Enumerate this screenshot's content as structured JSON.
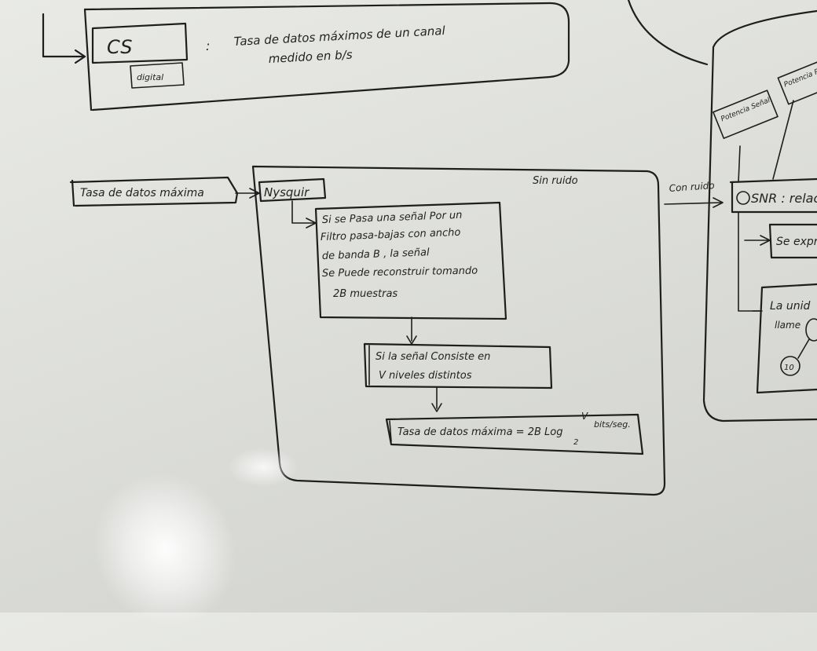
{
  "top_box": {
    "symbol": "CS",
    "sub_label": "digital",
    "separator": ":",
    "definition_line1": "Tasa de datos máximos de un canal",
    "definition_line2": "medido en b/s"
  },
  "left_label": "Tasa de datos máxima",
  "main_box": {
    "corner_note": "Sin ruido",
    "title": "Nysquir",
    "step1_line1": "Si se Pasa una señal Por un",
    "step1_line2": "Filtro pasa-bajas con ancho",
    "step1_line3": "de banda B , la señal",
    "step1_line4": "Se Puede reconstruir tomando",
    "step1_line5": "2B muestras",
    "step2_line1": "Si la señal Consiste en",
    "step2_line2": "V niveles distintos",
    "formula": "Tasa de datos máxima = 2B Log",
    "formula_sub": "2",
    "formula_var": "V",
    "formula_unit": "bits/seg."
  },
  "right_area": {
    "arrow_label": "Con ruido",
    "pot_signal": "Potencia Señal",
    "pot_noise": "Potencia Ruido",
    "snr": "SNR : relac",
    "item1": "Se expr",
    "item2_line1": "La unid",
    "item2_line2": "llame",
    "circle_label": "10"
  }
}
